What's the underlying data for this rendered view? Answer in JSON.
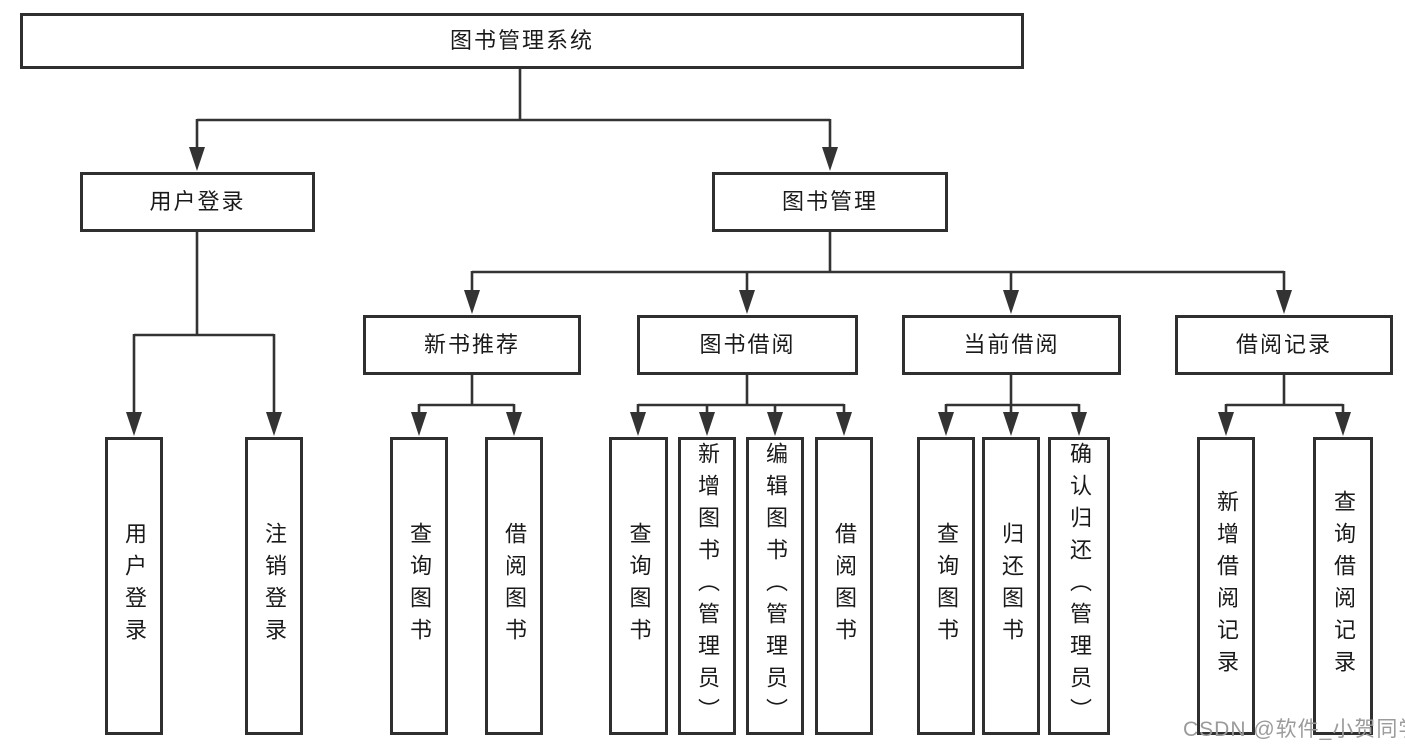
{
  "colors": {
    "background": "#ffffff",
    "line": "#333333",
    "box_border": "#2f2f2f",
    "box_fill": "#ffffff",
    "text": "#1a1a1a",
    "watermark": "#9b9b9b"
  },
  "watermark": {
    "text": "CSDN @软件_小贺同学"
  },
  "tree": {
    "root": {
      "label": "图书管理系统"
    },
    "children": [
      {
        "label": "用户登录",
        "children": [
          {
            "label": "用户登录"
          },
          {
            "label": "注销登录"
          }
        ]
      },
      {
        "label": "图书管理",
        "children": [
          {
            "label": "新书推荐",
            "children": [
              {
                "label": "查询图书"
              },
              {
                "label": "借阅图书"
              }
            ]
          },
          {
            "label": "图书借阅",
            "children": [
              {
                "label": "查询图书"
              },
              {
                "label": "新增图书（管理员）"
              },
              {
                "label": "编辑图书（管理员）"
              },
              {
                "label": "借阅图书"
              }
            ]
          },
          {
            "label": "当前借阅",
            "children": [
              {
                "label": "查询图书"
              },
              {
                "label": "归还图书"
              },
              {
                "label": "确认归还（管理员）"
              }
            ]
          },
          {
            "label": "借阅记录",
            "children": [
              {
                "label": "新增借阅记录"
              },
              {
                "label": "查询借阅记录"
              }
            ]
          }
        ]
      }
    ]
  }
}
